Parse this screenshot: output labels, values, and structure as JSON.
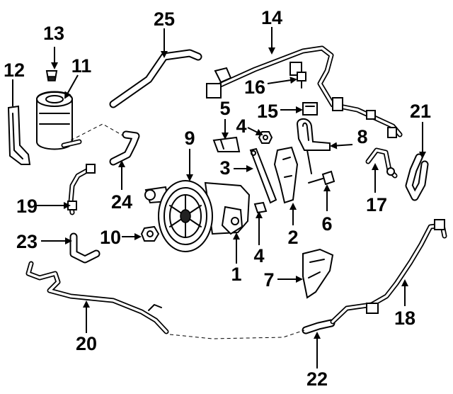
{
  "callouts": [
    {
      "id": "c1",
      "text": "1"
    },
    {
      "id": "c2",
      "text": "2"
    },
    {
      "id": "c3",
      "text": "3"
    },
    {
      "id": "c4a",
      "text": "4"
    },
    {
      "id": "c4b",
      "text": "4"
    },
    {
      "id": "c5",
      "text": "5"
    },
    {
      "id": "c6",
      "text": "6"
    },
    {
      "id": "c7",
      "text": "7"
    },
    {
      "id": "c8",
      "text": "8"
    },
    {
      "id": "c9",
      "text": "9"
    },
    {
      "id": "c10",
      "text": "10"
    },
    {
      "id": "c11",
      "text": "11"
    },
    {
      "id": "c12",
      "text": "12"
    },
    {
      "id": "c13",
      "text": "13"
    },
    {
      "id": "c14",
      "text": "14"
    },
    {
      "id": "c15",
      "text": "15"
    },
    {
      "id": "c16",
      "text": "16"
    },
    {
      "id": "c17",
      "text": "17"
    },
    {
      "id": "c18",
      "text": "18"
    },
    {
      "id": "c19",
      "text": "19"
    },
    {
      "id": "c20",
      "text": "20"
    },
    {
      "id": "c21",
      "text": "21"
    },
    {
      "id": "c22",
      "text": "22"
    },
    {
      "id": "c23",
      "text": "23"
    },
    {
      "id": "c24",
      "text": "24"
    },
    {
      "id": "c25",
      "text": "25"
    }
  ]
}
